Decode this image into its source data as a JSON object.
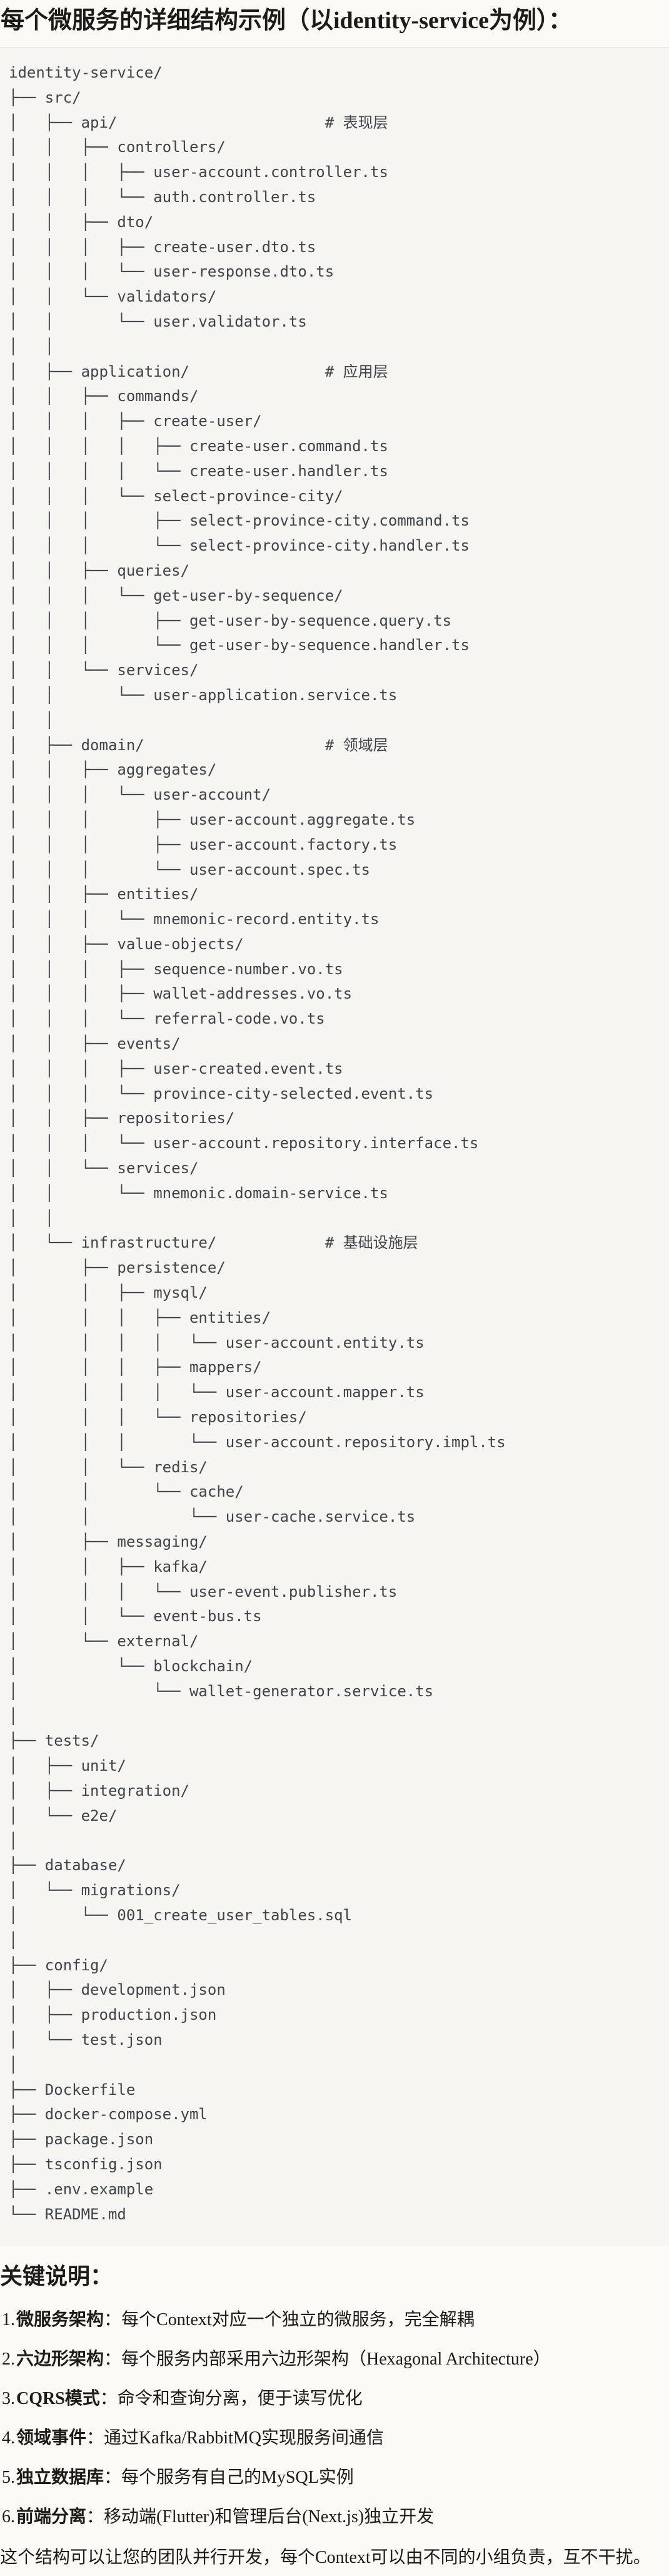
{
  "page": {
    "title": "每个微服务的详细结构示例（以identity-service为例）：",
    "section_heading": "关键说明："
  },
  "colors": {
    "page_bg": "#FAF9F6",
    "code_bg": "#F6F5F1",
    "code_border": "#E7E5DF",
    "code_text": "#3F444A",
    "body_text": "#1C1B17"
  },
  "code_block": {
    "root": "identity-service/",
    "layer_comments": [
      "# 表现层",
      "# 应用层",
      "# 领域层",
      "# 基础设施层"
    ],
    "lines": [
      "identity-service/",
      "├── src/",
      "│   ├── api/                       # 表现层",
      "│   │   ├── controllers/",
      "│   │   │   ├── user-account.controller.ts",
      "│   │   │   └── auth.controller.ts",
      "│   │   ├── dto/",
      "│   │   │   ├── create-user.dto.ts",
      "│   │   │   └── user-response.dto.ts",
      "│   │   └── validators/",
      "│   │       └── user.validator.ts",
      "│   │",
      "│   ├── application/               # 应用层",
      "│   │   ├── commands/",
      "│   │   │   ├── create-user/",
      "│   │   │   │   ├── create-user.command.ts",
      "│   │   │   │   └── create-user.handler.ts",
      "│   │   │   └── select-province-city/",
      "│   │   │       ├── select-province-city.command.ts",
      "│   │   │       └── select-province-city.handler.ts",
      "│   │   ├── queries/",
      "│   │   │   └── get-user-by-sequence/",
      "│   │   │       ├── get-user-by-sequence.query.ts",
      "│   │   │       └── get-user-by-sequence.handler.ts",
      "│   │   └── services/",
      "│   │       └── user-application.service.ts",
      "│   │",
      "│   ├── domain/                    # 领域层",
      "│   │   ├── aggregates/",
      "│   │   │   └── user-account/",
      "│   │   │       ├── user-account.aggregate.ts",
      "│   │   │       ├── user-account.factory.ts",
      "│   │   │       └── user-account.spec.ts",
      "│   │   ├── entities/",
      "│   │   │   └── mnemonic-record.entity.ts",
      "│   │   ├── value-objects/",
      "│   │   │   ├── sequence-number.vo.ts",
      "│   │   │   ├── wallet-addresses.vo.ts",
      "│   │   │   └── referral-code.vo.ts",
      "│   │   ├── events/",
      "│   │   │   ├── user-created.event.ts",
      "│   │   │   └── province-city-selected.event.ts",
      "│   │   ├── repositories/",
      "│   │   │   └── user-account.repository.interface.ts",
      "│   │   └── services/",
      "│   │       └── mnemonic.domain-service.ts",
      "│   │",
      "│   └── infrastructure/            # 基础设施层",
      "│       ├── persistence/",
      "│       │   ├── mysql/",
      "│       │   │   ├── entities/",
      "│       │   │   │   └── user-account.entity.ts",
      "│       │   │   ├── mappers/",
      "│       │   │   │   └── user-account.mapper.ts",
      "│       │   │   └── repositories/",
      "│       │   │       └── user-account.repository.impl.ts",
      "│       │   └── redis/",
      "│       │       └── cache/",
      "│       │           └── user-cache.service.ts",
      "│       ├── messaging/",
      "│       │   ├── kafka/",
      "│       │   │   └── user-event.publisher.ts",
      "│       │   └── event-bus.ts",
      "│       └── external/",
      "│           └── blockchain/",
      "│               └── wallet-generator.service.ts",
      "│",
      "├── tests/",
      "│   ├── unit/",
      "│   ├── integration/",
      "│   └── e2e/",
      "│",
      "├── database/",
      "│   └── migrations/",
      "│       └── 001_create_user_tables.sql",
      "│",
      "├── config/",
      "│   ├── development.json",
      "│   ├── production.json",
      "│   └── test.json",
      "│",
      "├── Dockerfile",
      "├── docker-compose.yml",
      "├── package.json",
      "├── tsconfig.json",
      "├── .env.example",
      "└── README.md"
    ]
  },
  "key_points": {
    "items": [
      {
        "num": "1.",
        "term": "微服务架构",
        "desc": "：每个Context对应一个独立的微服务，完全解耦"
      },
      {
        "num": "2.",
        "term": "六边形架构",
        "desc": "：每个服务内部采用六边形架构（Hexagonal Architecture）"
      },
      {
        "num": "3.",
        "term": "CQRS模式",
        "desc": "：命令和查询分离，便于读写优化"
      },
      {
        "num": "4.",
        "term": "领域事件",
        "desc": "：通过Kafka/RabbitMQ实现服务间通信"
      },
      {
        "num": "5.",
        "term": "独立数据库",
        "desc": "：每个服务有自己的MySQL实例"
      },
      {
        "num": "6.",
        "term": "前端分离",
        "desc": "：移动端(Flutter)和管理后台(Next.js)独立开发"
      }
    ]
  },
  "closing_paragraph": "这个结构可以让您的团队并行开发，每个Context可以由不同的小组负责，互不干扰。"
}
